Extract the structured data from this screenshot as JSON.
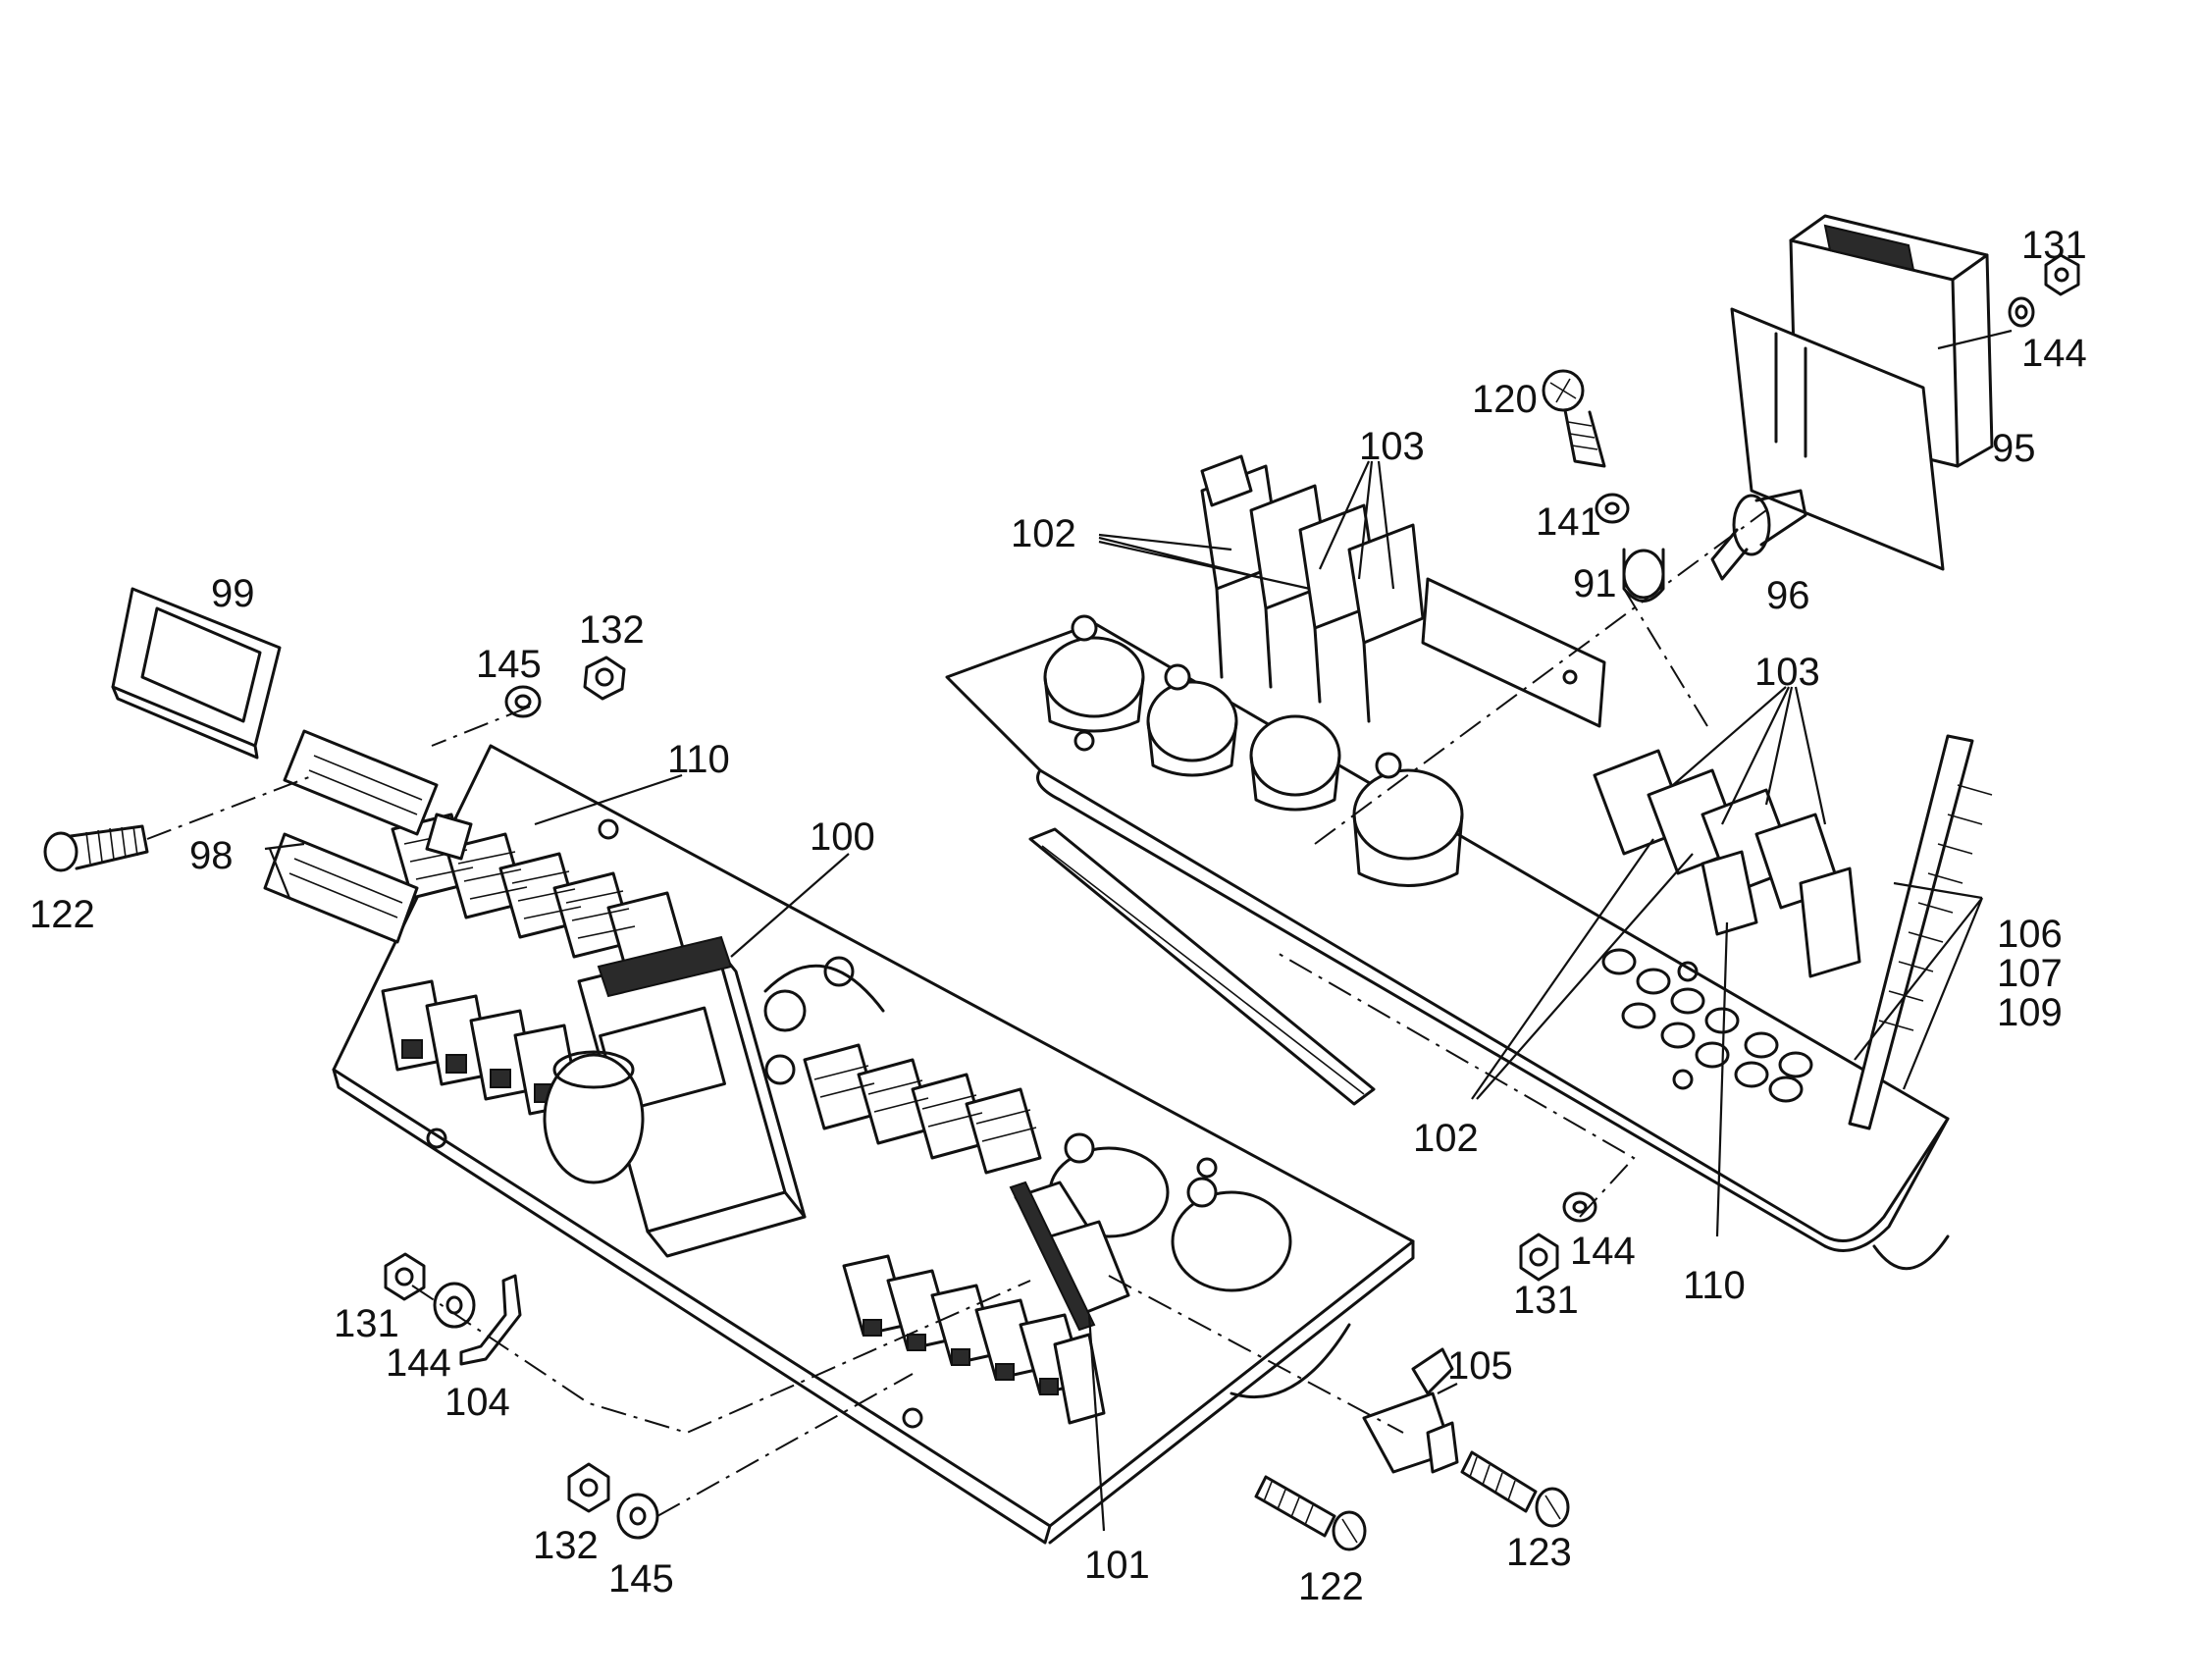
{
  "diagram": {
    "callouts": {
      "c131_top": "131",
      "c144_top": "144",
      "c95": "95",
      "c120": "120",
      "c141": "141",
      "c91": "91",
      "c96": "96",
      "c103_top": "103",
      "c102_top": "102",
      "c103_right": "103",
      "c106": "106",
      "c107": "107",
      "c109": "109",
      "c102_bottom": "102",
      "c110_right": "110",
      "c144_mid": "144",
      "c131_mid": "131",
      "c99": "99",
      "c145_top": "145",
      "c132_top": "132",
      "c110_left": "110",
      "c100": "100",
      "c98": "98",
      "c122_left": "122",
      "c131_left": "131",
      "c144_left": "144",
      "c104": "104",
      "c132_bottom": "132",
      "c145_bottom": "145",
      "c101": "101",
      "c122_bottom": "122",
      "c105": "105",
      "c123": "123"
    }
  }
}
